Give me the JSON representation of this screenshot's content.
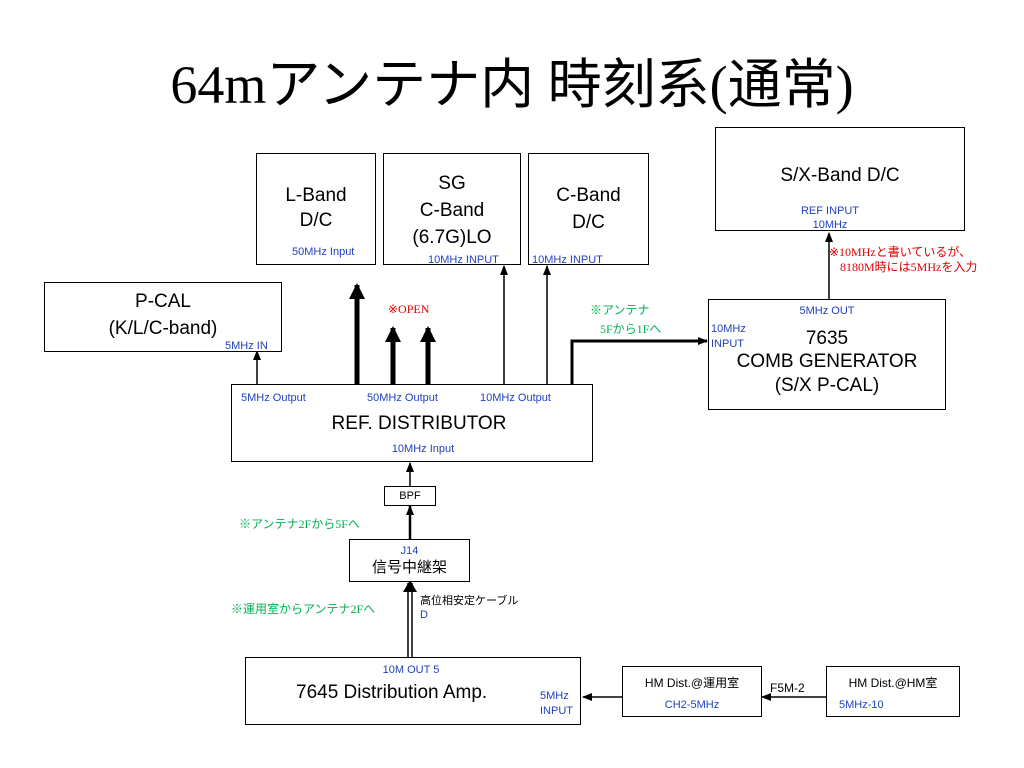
{
  "title": "64mアンテナ内 時刻系(通常)",
  "boxes": {
    "lband": {
      "l1": "L-Band",
      "l2": "D/C",
      "port": "50MHz Input"
    },
    "sg": {
      "l1": "SG",
      "l2": "C-Band",
      "l3": "(6.7G)LO",
      "port": "10MHz INPUT"
    },
    "cband": {
      "l1": "C-Band",
      "l2": "D/C",
      "port": "10MHz INPUT"
    },
    "sxdc": {
      "l1": "S/X-Band D/C",
      "port1": "REF INPUT",
      "port2": "10MHz"
    },
    "pcal": {
      "l1": "P-CAL",
      "l2": "(K/L/C-band)",
      "port": "5MHz IN"
    },
    "comb": {
      "out": "5MHz OUT",
      "in1": "10MHz",
      "in2": "INPUT",
      "l1": "7635",
      "l2": "COMB GENERATOR",
      "l3": "(S/X P-CAL)"
    },
    "refdist": {
      "label": "REF. DISTRIBUTOR",
      "out1": "5MHz Output",
      "out2": "50MHz Output",
      "out3": "10MHz Output",
      "in": "10MHz Input"
    },
    "bpf": {
      "label": "BPF"
    },
    "j14": {
      "l1": "J14",
      "l2": "信号中継架"
    },
    "dist7645": {
      "out": "10M OUT 5",
      "label": "7645  Distribution Amp.",
      "in1": "5MHz",
      "in2": "INPUT"
    },
    "hmops": {
      "l1": "HM Dist.@運用室",
      "l2": "CH2-5MHz"
    },
    "hmroom": {
      "l1": "HM Dist.@HM室",
      "l2": "5MHz-10"
    }
  },
  "notes": {
    "open": "※OPEN",
    "antenna1": "※アンテナ",
    "antenna2": "5Fから1Fへ",
    "ant2f5f": "※アンテナ2Fから5Fへ",
    "ops2f": "※運用室からアンテナ2Fへ",
    "cable1": "高位相安定ケーブル",
    "cable2": "D",
    "f5m2": "F5M-2",
    "red1": "※10MHzと書いているが、",
    "red2": "8180M時には5MHzを入力"
  },
  "colors": {
    "port_text": "#1f3fbf",
    "note_green": "#00b050",
    "note_red": "#e00000"
  }
}
